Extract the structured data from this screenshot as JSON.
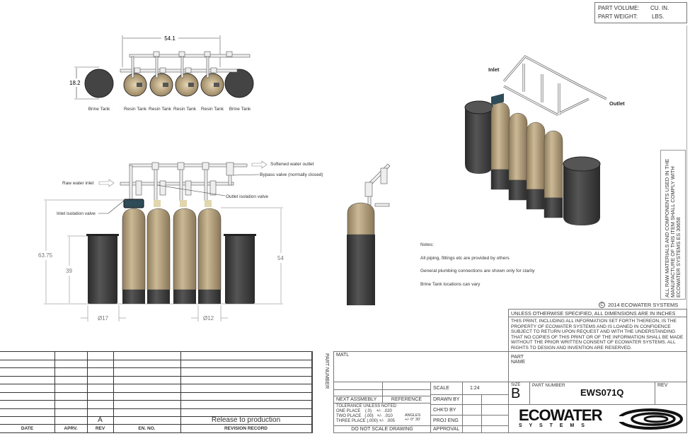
{
  "part_info": {
    "volume_label": "PART VOLUME:",
    "volume_unit": "CU. IN.",
    "weight_label": "PART WEIGHT:",
    "weight_unit": "LBS."
  },
  "top_view": {
    "dim_width": "54.1",
    "dim_height": "18.2",
    "labels": [
      "Brine Tank",
      "Resin Tank",
      "Resin Tank",
      "Resin Tank",
      "Resin Tank",
      "Brine Tank"
    ]
  },
  "front_view": {
    "softened_outlet": "Softened water outlet",
    "bypass_valve": "Bypass valve (normally closed)",
    "raw_inlet": "Raw water inlet",
    "outlet_isolation": "Outlet isolation valve",
    "inlet_isolation": "Inlet isolation valve",
    "dim_total_height": "63.75",
    "dim_brine_height": "39",
    "dim_resin_height": "54",
    "dim_brine_dia": "Ø17",
    "dim_resin_dia": "Ø12"
  },
  "iso_view": {
    "inlet": "Inlet",
    "outlet": "Outlet"
  },
  "notes": {
    "title": "Notes:",
    "items": [
      "All piping, fittings etc are provided by others",
      "General plumbing connections are shown only for clarity",
      "Brine Tank locations can vary"
    ]
  },
  "compliance_note": "ALL RAW MATERIALS AND COMPONENTS USED IN THE MANUFACTURE OF THIS ITEM SHALL COMPLY WITH ECOWATER SYSTEMS ES 30658",
  "copyright": "2014 ECOWATER SYSTEMS",
  "copyright_symbol": "C",
  "title_block": {
    "dimensions_note": "UNLESS OTHERWISE SPECIFIED, ALL DIMENSIONS ARE IN INCHES",
    "confidential": "THIS PRINT, INCLUDING ALL INFORMATION SET FORTH THEREON, IS THE PROPERTY OF ECOWATER SYSTEMS AND IS LOANED IN CONFIDENCE SUBJECT TO RETURN UPON REQUEST AND WITH THE UNDERSTANDING THAT NO COPIES OF THIS PRINT OR OF THE INFORMATION SHALL BE MADE WITHOUT THE PRIOR WRITTEN CONSENT OF ECOWATER SYSTEMS. ALL RIGHTS TO DESIGN AND INVENTION ARE RESERVED.",
    "part_number_side": "PART NUMBER",
    "matl": "MATL",
    "part_name": "PART\nNAME",
    "scale_label": "SCALE",
    "scale_value": "1:24",
    "drawn_by": "DRAWN BY",
    "chkd_by": "CHK'D BY",
    "proj_eng": "PROJ ENG",
    "approval": "APPROVAL",
    "next_assembly": "NEXT ASSMEBLY",
    "reference": "REFERENCE",
    "tolerance_title": "TOLERANCE UNLESS NOTED",
    "tol_one": "ONE PLACE    (.0)    +/-  .020",
    "tol_two": "TWO PLACE   (.00)   +/-  .010",
    "tol_three": "THREE PLACE (.000) +/-  .005",
    "angles": "ANGLES\n+/- 0° 30'",
    "do_not_scale": "DO NOT SCALE DRAWING",
    "size_label": "SIZE",
    "size_value": "B",
    "part_number_label": "PART NUMBER",
    "part_number": "EWS071Q",
    "rev_label": "REV",
    "logo_text": "ECOWATER",
    "logo_sub": "S Y S T E M S"
  },
  "revision_table": {
    "headers": [
      "DATE",
      "APRV.",
      "REV",
      "EN. NO.",
      "REVISION RECORD"
    ],
    "rows": [
      {
        "date": "",
        "aprv": "",
        "rev": "A",
        "en_no": "",
        "record": "Release to production"
      }
    ]
  },
  "colors": {
    "resin_tank": "#b9a684",
    "tank_base": "#3c3c3c",
    "brine_tank": "#3e3e3e",
    "pipe": "#e6e6e6",
    "controller": "#2e4c58"
  }
}
